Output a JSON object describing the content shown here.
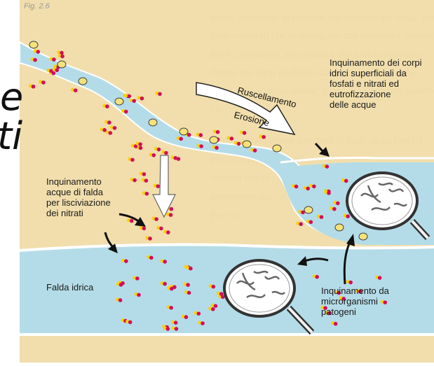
{
  "figure": {
    "caption_label": "Fig. 2.6",
    "background_text_lines": [
      "sione, adottando opportune regimazioni dei suoli, predisponendo",
      "piani colturali che mantengano una copertura vegetale continua",
      "lieve, comunque, sottolineare che non è consentita",
      "diretta nei corsi qualsiasi scarico zootecnico, che",
      "attamento di depurazione, il carico inquinante sarebbe, i",
      "vo.",
      "de di microrganismi patogeni le falde acquifere od",
      "possono rappresentare",
      "sistema riceve",
      "uominanze pat",
      "Per cui"
    ],
    "labels": {
      "runoff": "Ruscellamento",
      "erosion": "Erosione",
      "surface_pollution": [
        "Inquinamento dei corpi",
        "idrici superficiali da",
        "fosfati e nitrati ed",
        "eutrofizzazione",
        "delle acque"
      ],
      "groundwater_pollution": [
        "Inquinamento",
        "acque di falda",
        "per lisciviazione",
        "dei nitrati"
      ],
      "aquifer": "Falda idrica",
      "pathogen_pollution": [
        "Inquinamento da",
        "microrganismi",
        "patogeni"
      ]
    },
    "slide_title_fragments": [
      "e",
      "ti"
    ]
  },
  "colors": {
    "soil": "#efd9a0",
    "soil_dark": "#e3c47c",
    "water": "#b4dce8",
    "water_dark": "#7fc1d6",
    "particle_red": "#d0105a",
    "particle_yellow": "#f7d200",
    "arrow": "#111111",
    "bg_text": "#8c8c8c"
  }
}
